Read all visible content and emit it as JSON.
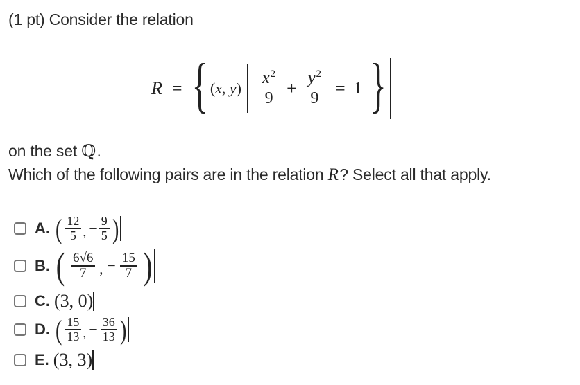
{
  "question": {
    "intro": "(1 pt) Consider the relation",
    "relation": {
      "name": "R",
      "equals": "=",
      "open_brace": "{",
      "close_brace": "}",
      "pair": "(x, y)",
      "pair_x": "x",
      "pair_y": "y",
      "term1_num_var": "x",
      "term1_num_exp": "2",
      "term1_den": "9",
      "plus": "+",
      "term2_num_var": "y",
      "term2_num_exp": "2",
      "term2_den": "9",
      "rhs_equals": "=",
      "rhs": "1"
    },
    "set_text_prefix": "on the set ",
    "set_symbol": "ℚ",
    "set_text_suffix": ".",
    "prompt_prefix": "Which of the following pairs are in the relation ",
    "prompt_var": "R",
    "prompt_suffix": "? Select all that apply."
  },
  "choices": [
    {
      "letter": "A.",
      "x_num": "12",
      "x_den": "5",
      "y_sign": "−",
      "y_num": "9",
      "y_den": "5",
      "checked": false
    },
    {
      "letter": "B.",
      "x_num": "6√6",
      "x_den": "7",
      "y_sign": "−",
      "y_num": "15",
      "y_den": "7",
      "checked": false
    },
    {
      "letter": "C.",
      "text": "(3, 0)",
      "checked": false
    },
    {
      "letter": "D.",
      "x_num": "15",
      "x_den": "13",
      "y_sign": "−",
      "y_num": "36",
      "y_den": "13",
      "checked": false
    },
    {
      "letter": "E.",
      "text": "(3, 3)",
      "checked": false
    }
  ],
  "colors": {
    "text": "#2b2b2b",
    "checkbox_border": "#767676",
    "background": "#ffffff"
  }
}
